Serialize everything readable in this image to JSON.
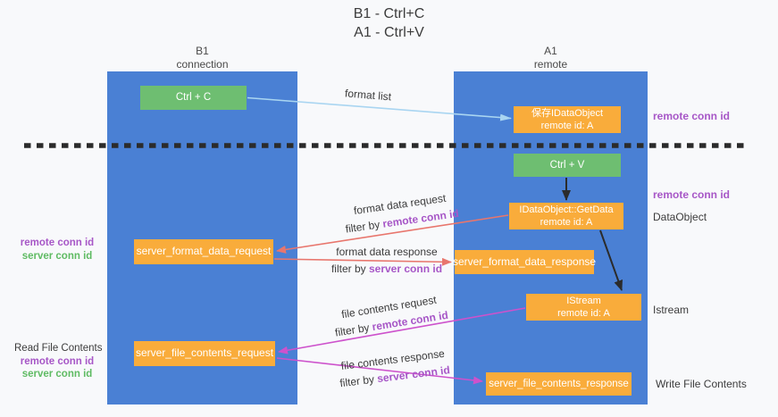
{
  "title": {
    "line1": "B1 - Ctrl+C",
    "line2": "A1 - Ctrl+V"
  },
  "columns": {
    "left": {
      "line1": "B1",
      "line2": "connection"
    },
    "right": {
      "line1": "A1",
      "line2": "remote"
    }
  },
  "boxes": {
    "ctrl_c": "Ctrl + C",
    "ctrl_v": "Ctrl + V",
    "save_idataobject": {
      "line1": "保存IDataObject",
      "line2": "remote id: A"
    },
    "getdata": {
      "line1": "IDataObject::GetData",
      "line2": "remote id: A"
    },
    "istream": {
      "line1": "IStream",
      "line2": "remote id: A"
    },
    "server_format_data_request": "server_format_data_request",
    "server_format_data_response": "server_format_data_response",
    "server_file_contents_request": "server_file_contents_request",
    "server_file_contents_response": "server_file_contents_response"
  },
  "arrow_labels": {
    "format_list": "format list",
    "format_data_request": {
      "line1": "format data request",
      "filter_prefix": "filter by ",
      "filter_key": "remote conn id"
    },
    "format_data_response": {
      "line1": "format data response",
      "filter_prefix": "filter by ",
      "filter_key": "server conn id"
    },
    "file_contents_request": {
      "line1": "file contents request",
      "filter_prefix": "filter by ",
      "filter_key": "remote conn id"
    },
    "file_contents_response": {
      "line1": "file contents response",
      "filter_prefix": "filter by ",
      "filter_key": "server conn id"
    }
  },
  "side_labels": {
    "right_remote_conn_id_1": "remote conn id",
    "right_remote_conn_id_2": "remote conn id",
    "dataobject": "DataObject",
    "istream": "Istream",
    "write_file_contents": "Write File Contents",
    "left_remote_conn_id_1": "remote conn id",
    "left_server_conn_id_1": "server conn id",
    "read_file_contents": "Read File Contents",
    "left_remote_conn_id_2": "remote conn id",
    "left_server_conn_id_2": "server conn id"
  },
  "colors": {
    "lifeline_blue": "#4a80d4",
    "box_green": "#6ebe71",
    "box_orange": "#f9ac3b",
    "arrow_salmon": "#e8766d",
    "arrow_magenta": "#cd52cc",
    "arrow_lightblue": "#a9d5f1",
    "arrow_black": "#2b2b2b",
    "dashed_line_black": "#2b2b2b",
    "text_purple": "#a757c7",
    "text_green": "#5fbb63"
  }
}
